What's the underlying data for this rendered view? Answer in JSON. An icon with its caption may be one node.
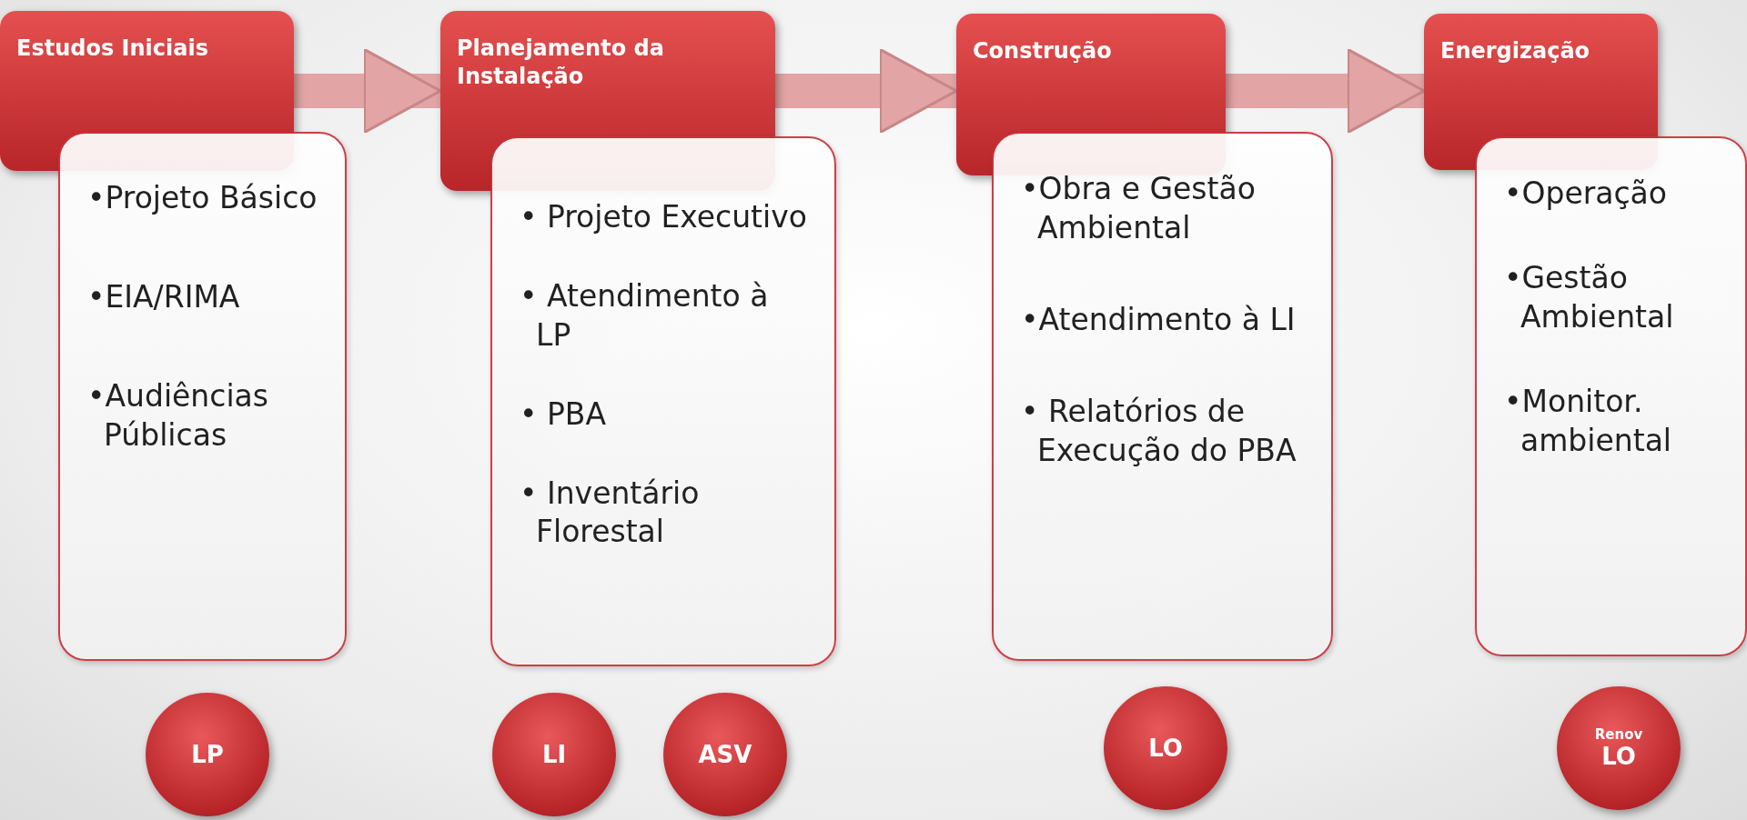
{
  "diagram": {
    "nodes": [
      {
        "text": [
          "Estudos Iniciais"
        ]
      },
      {
        "text": [
          "•Projeto Básico",
          "•EIA/RIMA",
          "•Audiências Públicas"
        ]
      },
      {
        "text": [
          "Planejamento da Instalação"
        ]
      },
      {
        "text": [
          "• Projeto Executivo",
          "• Atendimento à LP",
          "• PBA",
          "• Inventário Florestal"
        ]
      },
      {
        "text": [
          "Construção"
        ]
      },
      {
        "text": [
          "•Obra e Gestão Ambiental",
          "•Atendimento à LI",
          "• Relatórios de Execução do PBA"
        ]
      },
      {
        "text": [
          "Energização"
        ]
      },
      {
        "text": [
          "•Operação",
          "•Gestão Ambiental",
          "•Monitor. ambiental"
        ]
      },
      {
        "text": [
          "LP"
        ]
      },
      {
        "text": [
          "LI"
        ]
      },
      {
        "text": [
          "ASV"
        ]
      },
      {
        "text": [
          "LO"
        ]
      },
      {
        "text": [
          "Renov",
          "LO"
        ]
      }
    ],
    "edges": [
      {
        "from": 0,
        "to": 2,
        "arrow": "to"
      },
      {
        "from": 2,
        "to": 4,
        "arrow": "to"
      },
      {
        "from": 4,
        "to": 6,
        "arrow": "to"
      }
    ]
  }
}
